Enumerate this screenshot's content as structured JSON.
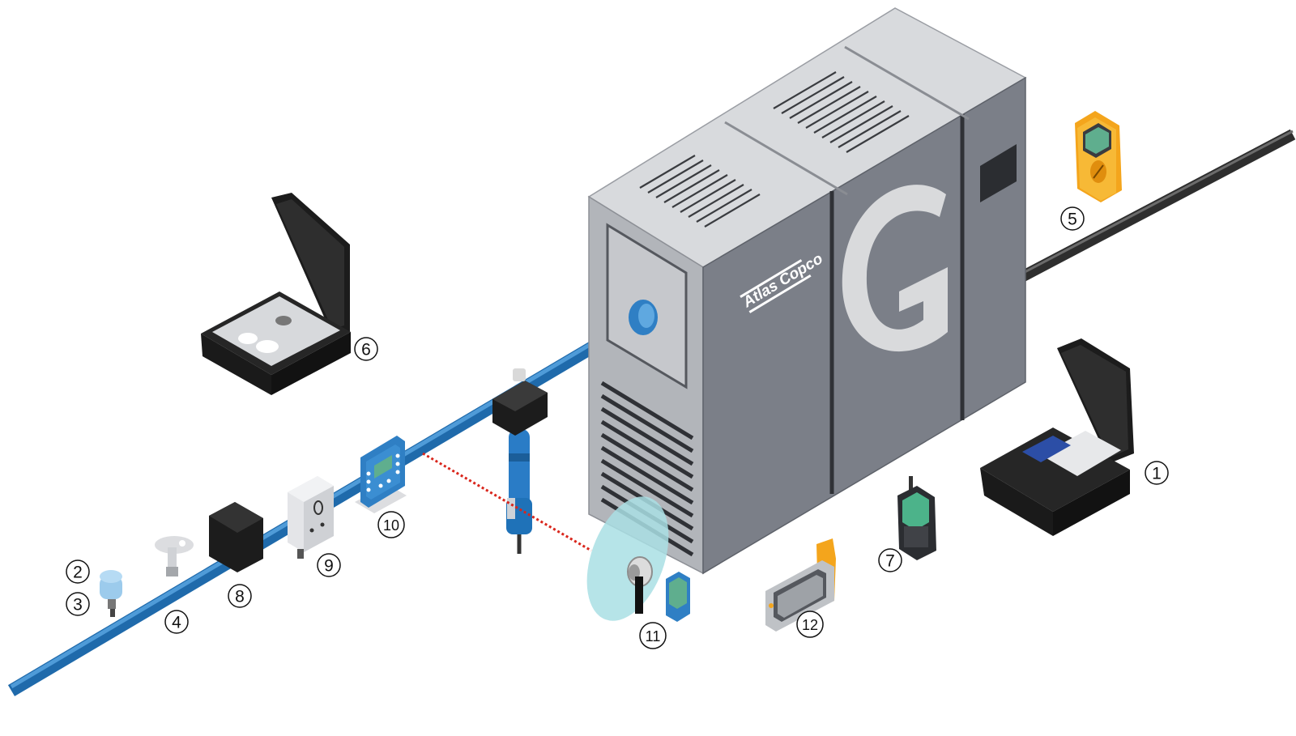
{
  "brand": {
    "logo_text": "Atlas Copco",
    "panel_glyph": "G"
  },
  "colors": {
    "pipe_blue": "#2f7fc4",
    "cabinet_light": "#c9cbcf",
    "cabinet_dark": "#767a83",
    "laser_red": "#d9261c",
    "case_black": "#1c1c1c",
    "accent_orange": "#f4a51c"
  },
  "callouts": [
    {
      "id": "1",
      "label": "1",
      "item": "kit-case-right"
    },
    {
      "id": "2",
      "label": "2",
      "item": "sensor-cap"
    },
    {
      "id": "3",
      "label": "3",
      "item": "sensor-base"
    },
    {
      "id": "4",
      "label": "4",
      "item": "valve-key"
    },
    {
      "id": "5",
      "label": "5",
      "item": "multimeter"
    },
    {
      "id": "6",
      "label": "6",
      "item": "kit-case-left"
    },
    {
      "id": "7",
      "label": "7",
      "item": "handheld-meter"
    },
    {
      "id": "8",
      "label": "8",
      "item": "flow-sensor"
    },
    {
      "id": "9",
      "label": "9",
      "item": "pressure-transducer"
    },
    {
      "id": "10",
      "label": "10",
      "item": "display-panel"
    },
    {
      "id": "11",
      "label": "11",
      "item": "ultrasonic-detector"
    },
    {
      "id": "12",
      "label": "12",
      "item": "tablet-device"
    }
  ]
}
